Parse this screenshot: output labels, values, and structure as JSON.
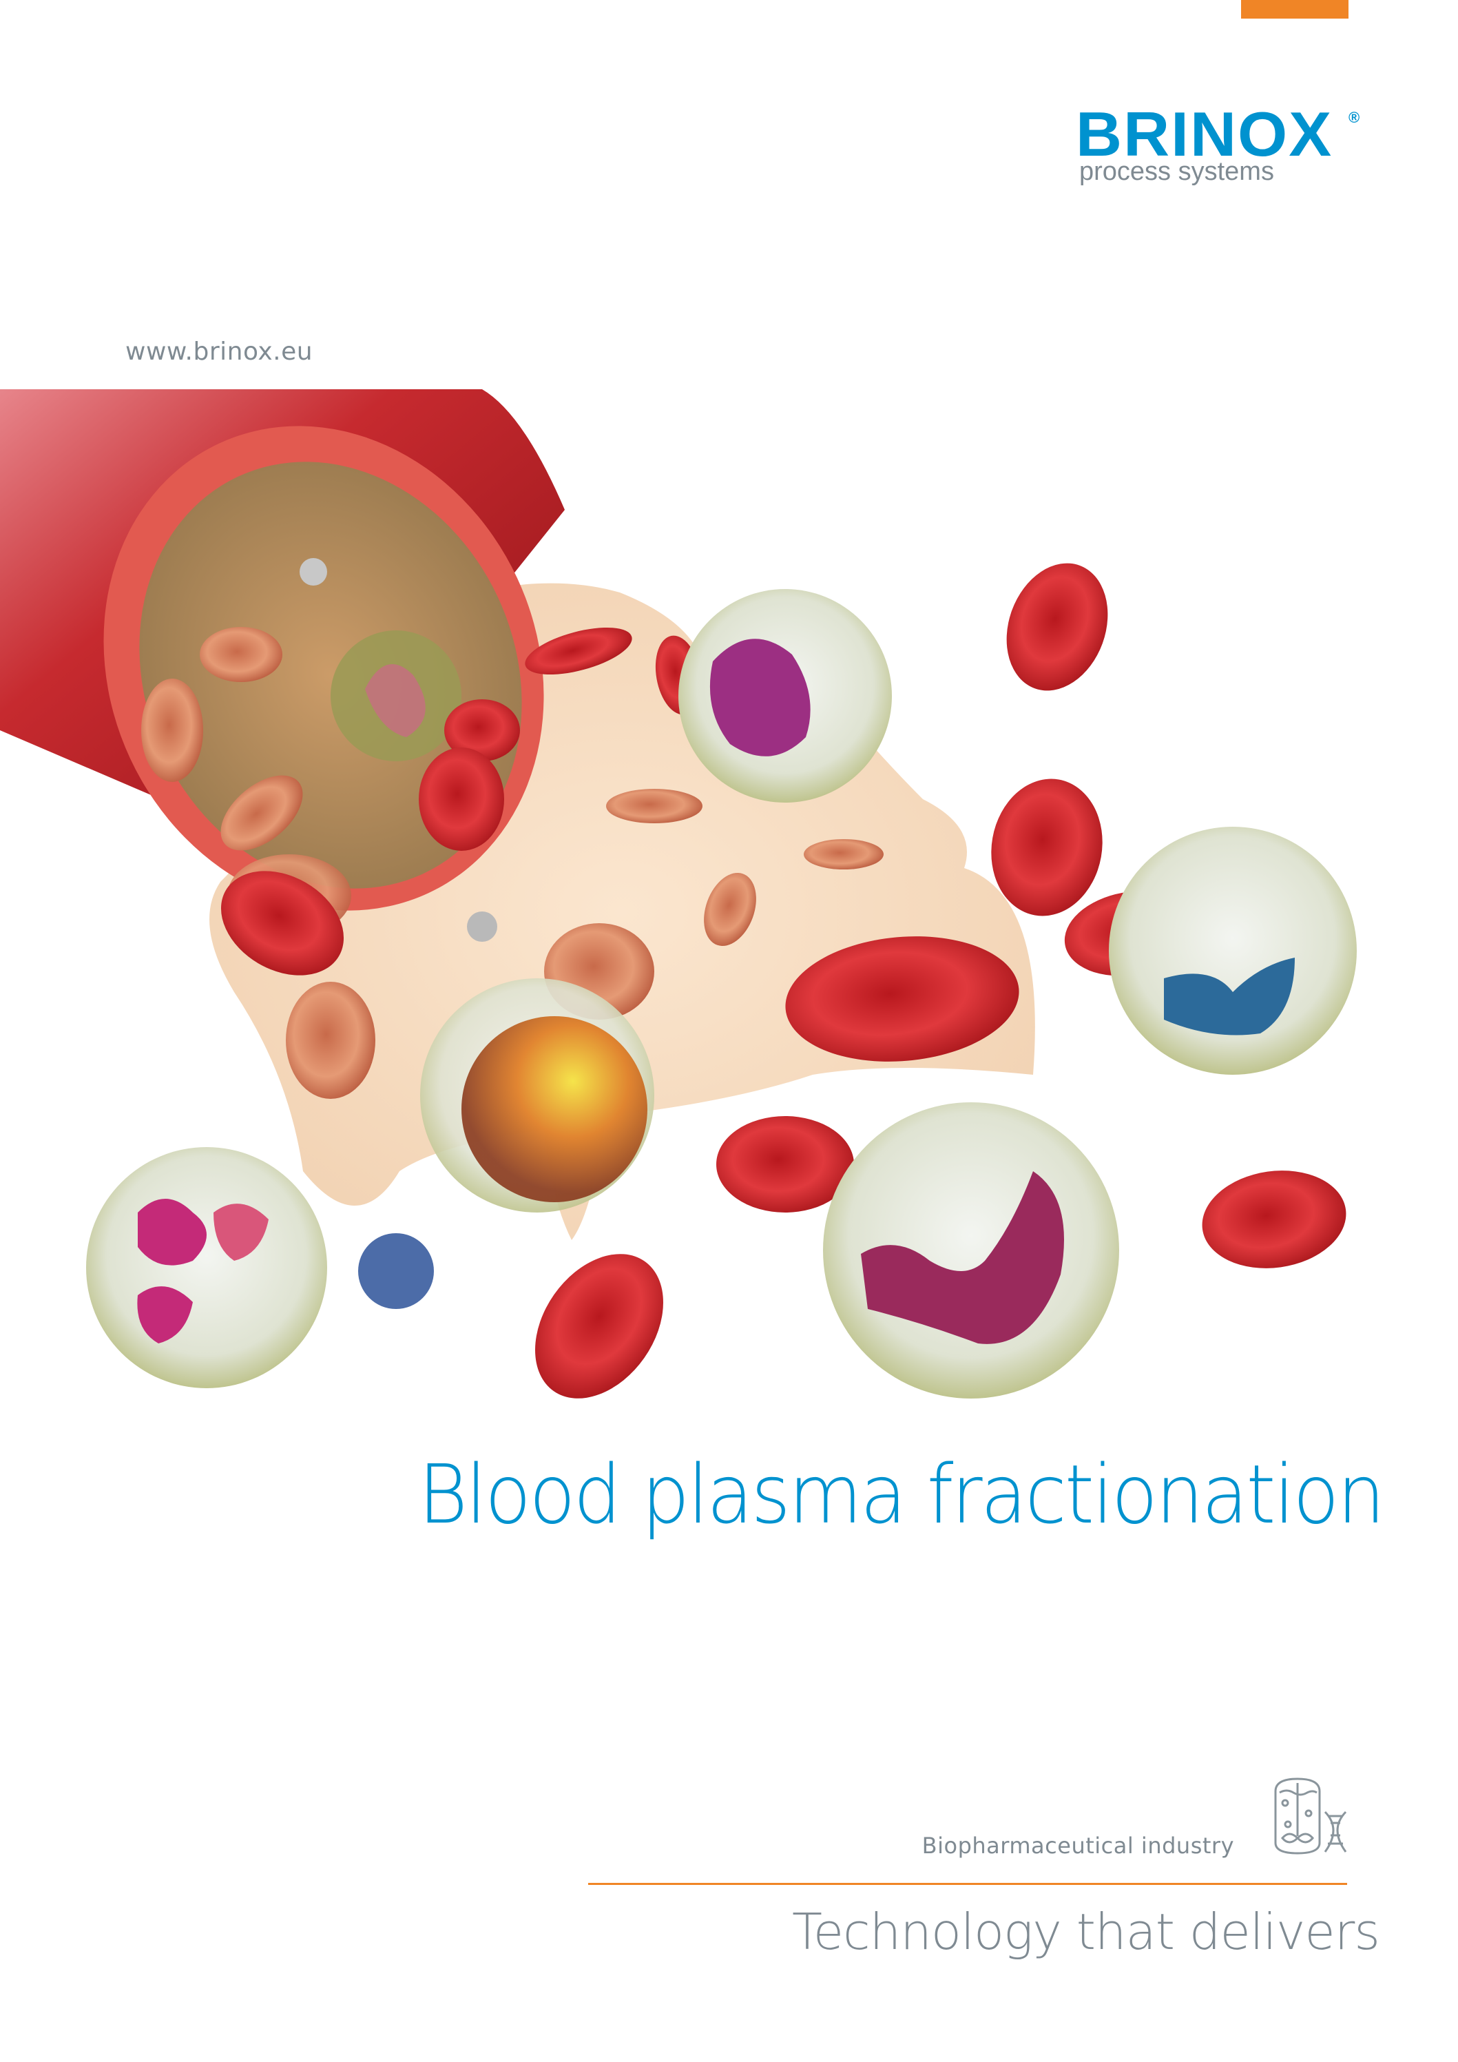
{
  "brand": {
    "name": "BRINOX",
    "registered_mark": "®",
    "tagline_sub": "process systems",
    "accent_color": "#0092CF",
    "secondary_color": "#F08526",
    "text_gray": "#7f8a92"
  },
  "website": "www.brinox.eu",
  "cover": {
    "title": "Blood plasma fractionation",
    "illustration": "blood-vessel-with-blood-cells-and-plasma-illustration"
  },
  "footer": {
    "industry_label": "Biopharmaceutical industry",
    "industry_icon": "bioreactor-dna-icon",
    "tagline": "Technology that delivers"
  }
}
